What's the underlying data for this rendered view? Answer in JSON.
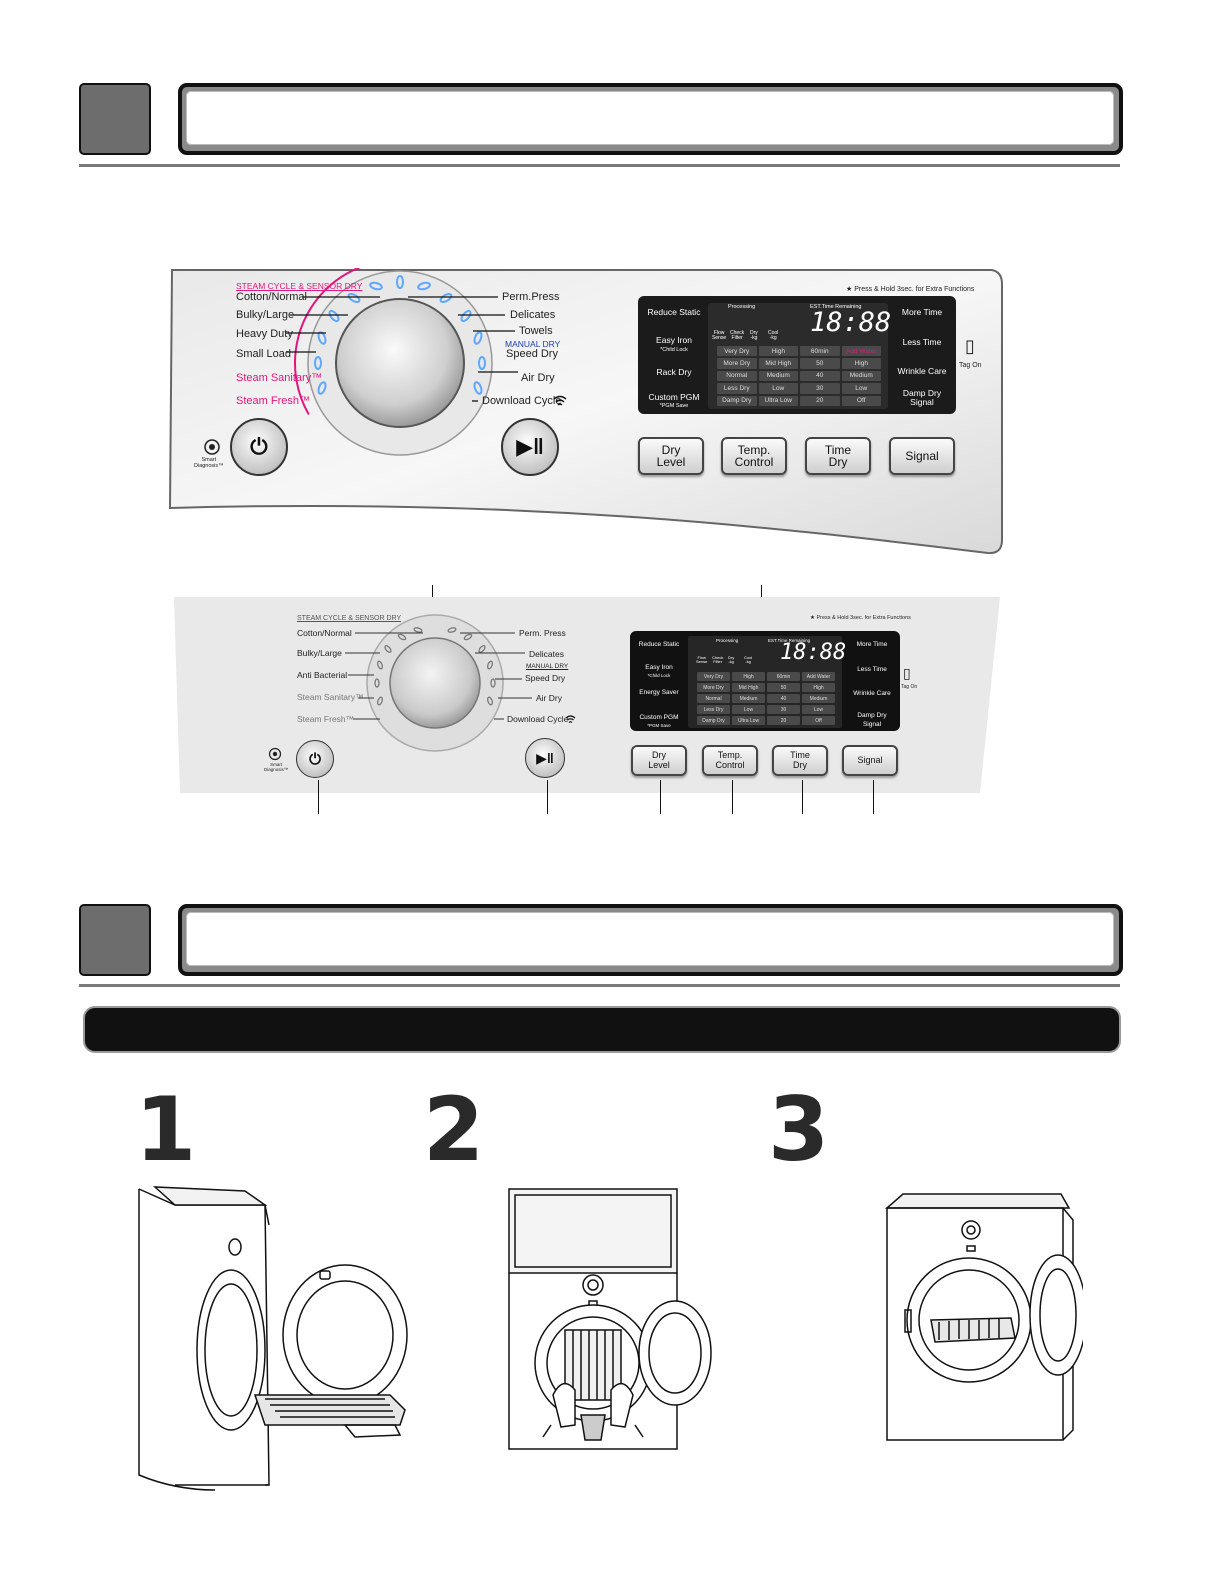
{
  "sections": [
    {
      "title": ""
    },
    {
      "title": ""
    }
  ],
  "panel1": {
    "group_title": "STEAM CYCLE & SENSOR DRY",
    "press_note": "★ Press & Hold 3sec. for Extra Functions",
    "left_cycles": [
      "Cotton/Normal",
      "Bulky/Large",
      "Heavy Duty",
      "Small Load",
      "Steam Sanitary™",
      "Steam Fresh™"
    ],
    "right_cycles": [
      "Perm.Press",
      "Delicates",
      "Towels",
      "Speed Dry",
      "Air Dry",
      "Download Cycle"
    ],
    "manual_dry": "MANUAL DRY",
    "smart_diag": "Smart\nDiagnosis™",
    "left_options": [
      "Reduce Static",
      "Easy Iron",
      "Rack Dry",
      "Custom PGM"
    ],
    "easy_iron_sub": "*Child Lock",
    "custom_pgm_sub": "*PGM Save",
    "right_options": [
      "More Time",
      "Less Time",
      "Wrinkle Care",
      "Damp Dry\nSignal"
    ],
    "disp_processing": "Processing",
    "disp_est": "EST.Time Remaining",
    "disp_icons": [
      "Flow\nSense",
      "Check\nFilter",
      "Dry\n-kg",
      "Cool\n-kg"
    ],
    "disp_digits": "18:88",
    "grid": [
      [
        "Very Dry",
        "High",
        "60min",
        "Add Water"
      ],
      [
        "More Dry",
        "Mid High",
        "50",
        "High"
      ],
      [
        "Normal",
        "Medium",
        "40",
        "Medium"
      ],
      [
        "Less Dry",
        "Low",
        "30",
        "Low"
      ],
      [
        "Damp Dry",
        "Ultra Low",
        "20",
        "Off"
      ]
    ],
    "buttons": [
      "Dry\nLevel",
      "Temp.\nControl",
      "Time\nDry",
      "Signal"
    ],
    "tag_on": "Tag On",
    "accent": "#e0177e",
    "led_blue": "#5fa8ff"
  },
  "panel2": {
    "group_title": "STEAM CYCLE & SENSOR DRY",
    "press_note": "★ Press & Hold 3sec. for Extra Functions",
    "left_cycles": [
      "Cotton/Normal",
      "Bulky/Large",
      "Anti Bacterial",
      "Steam Sanitary™",
      "Steam Fresh™"
    ],
    "right_cycles": [
      "Perm. Press",
      "Delicates",
      "Speed Dry",
      "Air Dry",
      "Download Cycle"
    ],
    "manual_dry": "MANUAL DRY",
    "smart_diag": "Smart\nDiagnosis™",
    "left_options": [
      "Reduce Static",
      "Easy Iron",
      "Energy Saver",
      "Custom PGM"
    ],
    "easy_iron_sub": "*Child Lock",
    "custom_pgm_sub": "*PGM Save",
    "right_options": [
      "More Time",
      "Less Time",
      "Wrinkle Care",
      "Damp Dry\nSignal"
    ],
    "disp_processing": "Processing",
    "disp_est": "EST.Time Remaining",
    "disp_icons": [
      "Flow\nSense",
      "Check\nFilter",
      "Dry\n-kg",
      "Cool\n-kg"
    ],
    "disp_digits": "18:88",
    "grid": [
      [
        "Very Dry",
        "High",
        "60min",
        "Add Water"
      ],
      [
        "More Dry",
        "Mid High",
        "50",
        "High"
      ],
      [
        "Normal",
        "Medium",
        "40",
        "Medium"
      ],
      [
        "Less Dry",
        "Low",
        "30",
        "Low"
      ],
      [
        "Damp Dry",
        "Ultra Low",
        "20",
        "Off"
      ]
    ],
    "buttons": [
      "Dry\nLevel",
      "Temp.\nControl",
      "Time\nDry",
      "Signal"
    ],
    "tag_on": "Tag On"
  },
  "steps": [
    {
      "number": "1"
    },
    {
      "number": "2"
    },
    {
      "number": "3"
    }
  ],
  "icons": {
    "power": "power-icon",
    "start": "play-pause-icon",
    "wifi": "wifi-icon",
    "tag": "phone-tag-icon"
  }
}
